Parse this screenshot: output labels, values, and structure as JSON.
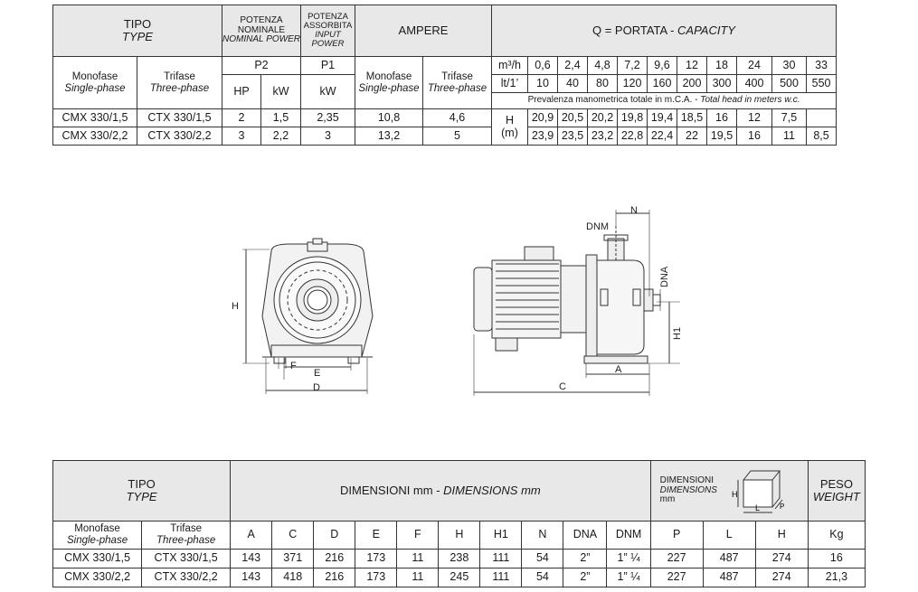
{
  "performance_table": {
    "tipo": "TIPO",
    "type_en": "TYPE",
    "potenza_nominale": "POTENZA NOMINALE",
    "nominal_power": "NOMINAL POWER",
    "potenza_assorbita": "POTENZA ASSORBITA",
    "input_power": "INPUT POWER",
    "ampere": "AMPERE",
    "portata_prefix": "Q = PORTATA - ",
    "capacity": "CAPACITY",
    "monofase": "Monofase",
    "single_phase": "Single-phase",
    "trifase": "Trifase",
    "three_phase": "Three-phase",
    "p2": "P2",
    "p1": "P1",
    "hp": "HP",
    "kw": "kW",
    "m3h_unit": "m³/h",
    "lt_unit": "lt/1’",
    "m3h": [
      "0,6",
      "2,4",
      "4,8",
      "7,2",
      "9,6",
      "12",
      "18",
      "24",
      "30",
      "33"
    ],
    "lt": [
      "10",
      "40",
      "80",
      "120",
      "160",
      "200",
      "300",
      "400",
      "500",
      "550"
    ],
    "head_note": "Prevalenza manometrica totale in m.C.A. - ",
    "head_note_en": "Total head in meters w.c.",
    "h_label": "H",
    "h_unit": "(m)",
    "rows": [
      {
        "mono": "CMX 330/1,5",
        "tri": "CTX 330/1,5",
        "hp": "2",
        "kw": "1,5",
        "p1": "2,35",
        "amp_mono": "10,8",
        "amp_tri": "4,6",
        "h": [
          "20,9",
          "20,5",
          "20,2",
          "19,8",
          "19,4",
          "18,5",
          "16",
          "12",
          "7,5",
          ""
        ]
      },
      {
        "mono": "CMX 330/2,2",
        "tri": "CTX 330/2,2",
        "hp": "3",
        "kw": "2,2",
        "p1": "3",
        "amp_mono": "13,2",
        "amp_tri": "5",
        "h": [
          "23,9",
          "23,5",
          "23,2",
          "22,8",
          "22,4",
          "22",
          "19,5",
          "16",
          "11",
          "8,5"
        ]
      }
    ]
  },
  "drawing": {
    "labels": {
      "H": "H",
      "F": "F",
      "E": "E",
      "D": "D",
      "DNM": "DNM",
      "N": "N",
      "DNA": "DNA",
      "H1": "H1",
      "A": "A",
      "C": "C"
    }
  },
  "dimensions_table": {
    "tipo": "TIPO",
    "type_en": "TYPE",
    "title_prefix": "DIMENSIONI mm - ",
    "title_en": "DIMENSIONS mm",
    "dim_label_1": "DIMENSIONI",
    "dim_label_2": "DIMENSIONS",
    "dim_label_3": "mm",
    "box_labels": {
      "H": "H",
      "L": "L",
      "P": "P"
    },
    "peso": "PESO",
    "weight": "WEIGHT",
    "monofase": "Monofase",
    "single_phase": "Single-phase",
    "trifase": "Trifase",
    "three_phase": "Three-phase",
    "cols": [
      "A",
      "C",
      "D",
      "E",
      "F",
      "H",
      "H1",
      "N",
      "DNA",
      "DNM",
      "P",
      "L",
      "H",
      "Kg"
    ],
    "rows": [
      {
        "mono": "CMX 330/1,5",
        "tri": "CTX 330/1,5",
        "vals": [
          "143",
          "371",
          "216",
          "173",
          "11",
          "238",
          "111",
          "54",
          "2”",
          "1” ¼",
          "227",
          "487",
          "274",
          "16"
        ]
      },
      {
        "mono": "CMX 330/2,2",
        "tri": "CTX 330/2,2",
        "vals": [
          "143",
          "418",
          "216",
          "173",
          "11",
          "245",
          "111",
          "54",
          "2”",
          "1” ¼",
          "227",
          "487",
          "274",
          "21,3"
        ]
      }
    ]
  }
}
